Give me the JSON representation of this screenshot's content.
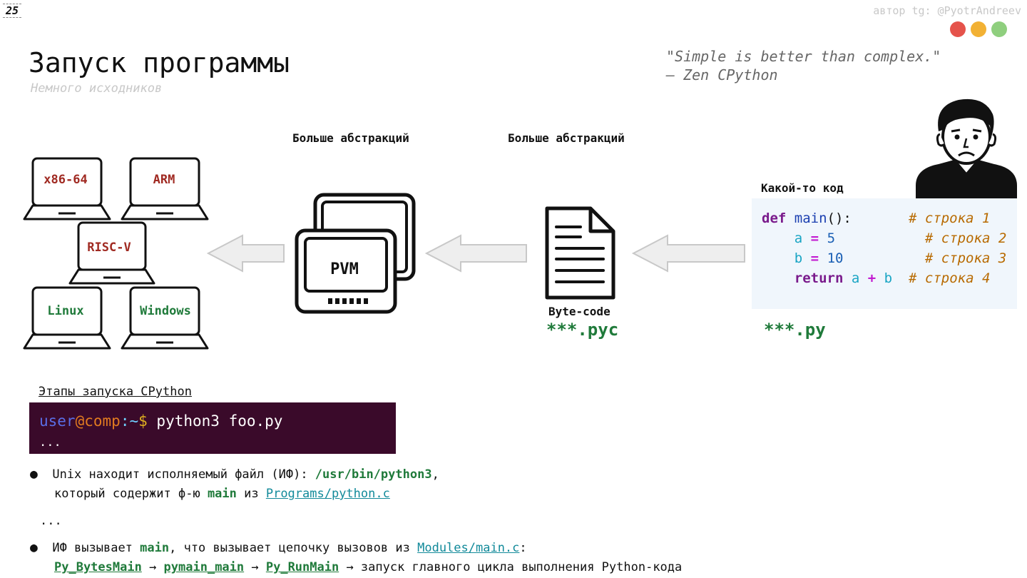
{
  "slide": {
    "page_number": "25",
    "author": "автор tg: @PyotrAndreev",
    "title": "Запуск программы",
    "subtitle": "Немного исходников",
    "quote_line1": "\"Simple is better than complex.\"",
    "quote_line2": "— Zen CPython",
    "window_dots": [
      "#e5534b",
      "#f2b134",
      "#8fcf7e"
    ]
  },
  "diagram": {
    "abstraction_label_1": "Больше абстракций",
    "abstraction_label_2": "Больше абстракций",
    "platforms": [
      "x86-64",
      "ARM",
      "RISC-V",
      "Linux",
      "Windows"
    ],
    "platform_colors": {
      "arch": "#a02a22",
      "os": "#1f7a3a"
    },
    "pvm_label": "PVM",
    "bytecode_label": "Byte-code",
    "bytecode_ext": "***.pyc",
    "source_label": "Какой-то код",
    "source_ext": "***.py",
    "code": {
      "l1_def": "def",
      "l1_fn": "main",
      "l1_rest": "():",
      "l1_comment": "# строка 1",
      "l2_var": "a",
      "l2_op": "=",
      "l2_val": "5",
      "l2_comment": "# строка 2",
      "l3_var": "b",
      "l3_op": "=",
      "l3_val": "10",
      "l3_comment": "# строка 3",
      "l4_kw": "return",
      "l4_a": "a",
      "l4_op": "+",
      "l4_b": "b",
      "l4_comment": "# строка 4"
    }
  },
  "stages": {
    "heading": "Этапы запуска CPython",
    "terminal": {
      "user": "user",
      "at": "@",
      "host": "comp",
      "colon": ":",
      "path": "~",
      "prompt": "$",
      "command": " python3 foo.py",
      "output": "..."
    },
    "bullet1_a": "Unix находит исполняемый файл (ИФ): ",
    "bullet1_path": "/usr/bin/python3",
    "bullet1_b": ",",
    "bullet1_line2_a": "который содержит ф-ю ",
    "bullet1_main": "main",
    "bullet1_line2_b": " из ",
    "bullet1_link": "Programs/python.c",
    "ellipsis": "...",
    "bullet2_a": "ИФ вызывает ",
    "bullet2_main": "main",
    "bullet2_b": ", что вызывает цепочку вызовов из ",
    "bullet2_link": "Modules/main.c",
    "bullet2_c": ":",
    "chain_1": "Py_BytesMain",
    "chain_arrow_1": " → ",
    "chain_2": "pymain_main",
    "chain_arrow_2": " → ",
    "chain_3": "Py_RunMain",
    "chain_rest": " → запуск главного цикла выполнения Python-кода"
  }
}
